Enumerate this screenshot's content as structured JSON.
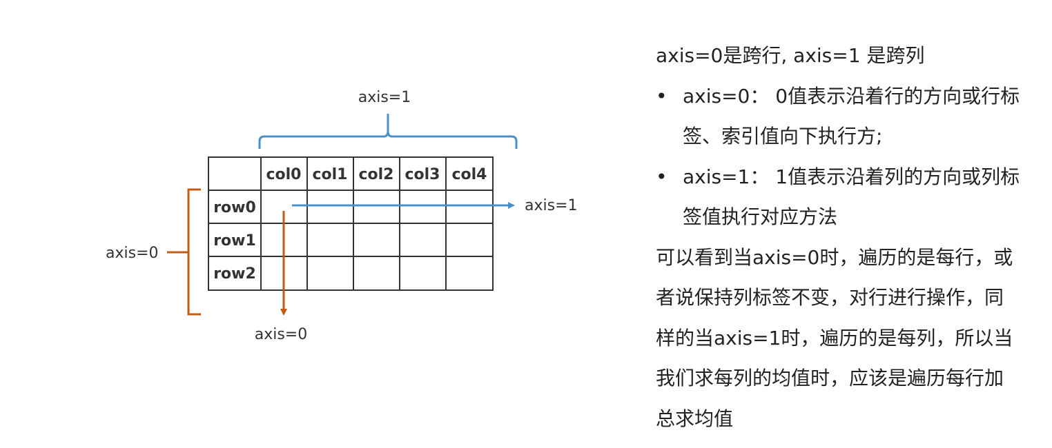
{
  "diagram": {
    "columns": [
      "col0",
      "col1",
      "col2",
      "col3",
      "col4"
    ],
    "rows": [
      "row0",
      "row1",
      "row2"
    ],
    "top_axis_label": "axis=1",
    "right_axis_label": "axis=1",
    "left_axis_label": "axis=0",
    "bottom_axis_label": "axis=0",
    "colors": {
      "axis1": "#4a90c8",
      "axis0": "#c55a11",
      "grid": "#333333"
    }
  },
  "explanation": {
    "heading": "axis=0是跨行, axis=1 是跨列",
    "bullets": [
      "axis=0： 0值表示沿着行的方向或行标签、索引值向下执行方;",
      "axis=1： 1值表示沿着列的方向或列标签值执行对应方法"
    ],
    "paragraph": "可以看到当axis=0时，遍历的是每行，或者说保持列标签不变，对行进行操作，同样的当axis=1时，遍历的是每列，所以当我们求每列的均值时，应该是遍历每行加总求均值"
  }
}
